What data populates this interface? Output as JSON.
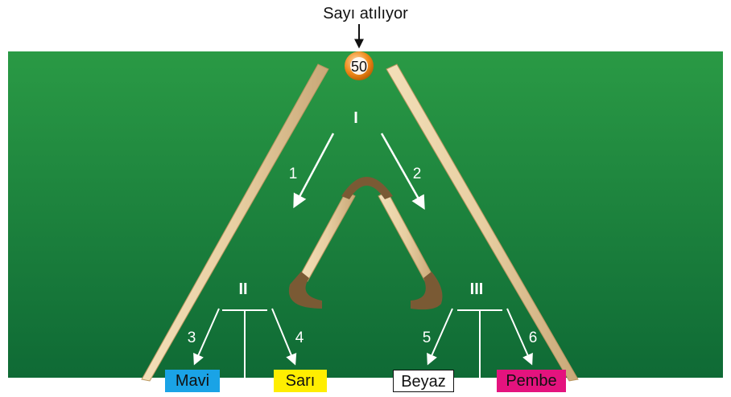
{
  "caption": "Sayı atılıyor",
  "ball": {
    "number": "50"
  },
  "junctions": {
    "top": "I",
    "left": "II",
    "right": "III"
  },
  "paths": [
    "1",
    "2",
    "3",
    "4",
    "5",
    "6"
  ],
  "bins": [
    {
      "label": "Mavi",
      "color": "#1aa3e6"
    },
    {
      "label": "Sarı",
      "color": "#ffee00"
    },
    {
      "label": "Beyaz",
      "color": "#ffffff"
    },
    {
      "label": "Pembe",
      "color": "#e4137e"
    }
  ],
  "colors": {
    "board_top": "#2a9a45",
    "board_bottom": "#0f6a35",
    "rail": "#e8cfa2",
    "bumper": "#7a5a34",
    "ball": "#f08a1a"
  }
}
